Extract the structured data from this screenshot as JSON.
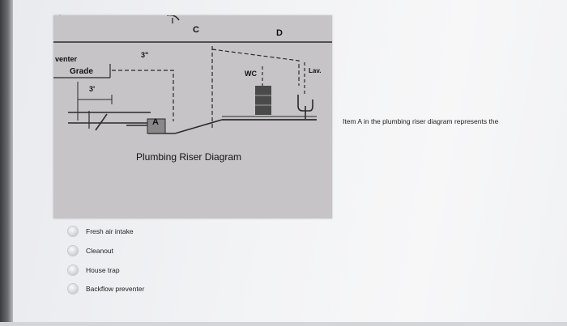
{
  "top_cut_text": "ake",
  "diagram": {
    "title": "Plumbing Riser Diagram",
    "labels": {
      "vent_partial": "venter",
      "grade": "Grade",
      "three_inch": "3\"",
      "three_foot": "3'",
      "c": "C",
      "d": "D",
      "wc": "WC",
      "lav": "Lav.",
      "a": "A"
    },
    "colors": {
      "background": "#c6c4c6",
      "lines": "#2a2a2a",
      "fixture": "#4a4a4a"
    }
  },
  "question": {
    "text": "Item A in the plumbing riser diagram represents the"
  },
  "options": [
    {
      "label": "Fresh air intake"
    },
    {
      "label": "Cleanout"
    },
    {
      "label": "House trap"
    },
    {
      "label": "Backflow preventer"
    }
  ]
}
